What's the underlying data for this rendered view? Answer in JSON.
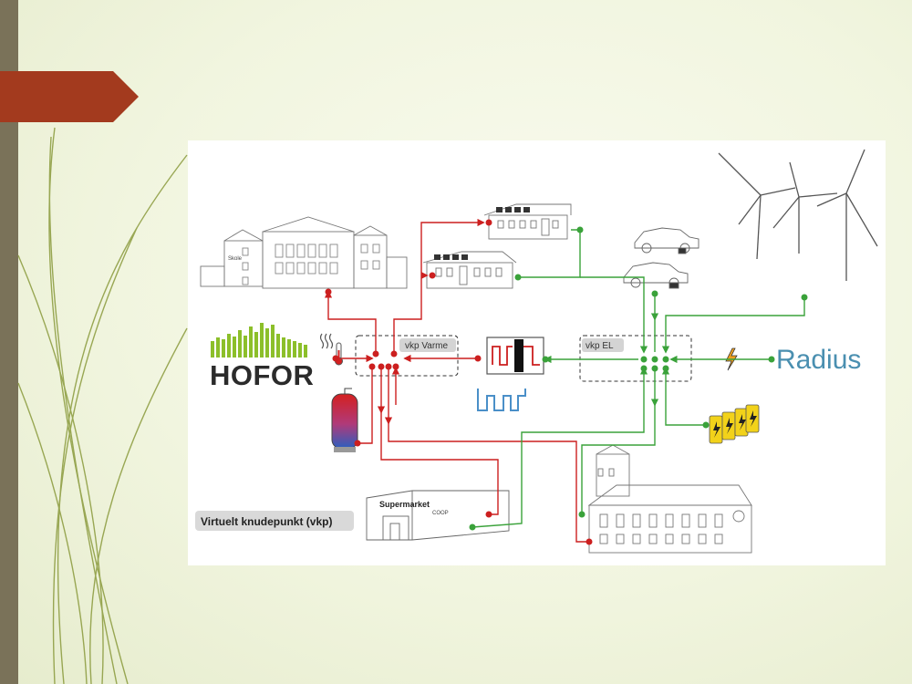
{
  "slide": {
    "colors": {
      "accent": "#a33a1e",
      "side_bar": "#7a7259",
      "deco_lines": "#8a9a3c",
      "background": "#f1f5df"
    }
  },
  "diagram": {
    "hofor_label": "HOFOR",
    "radius_label": "Radius",
    "vkp_varme_label": "vkp Varme",
    "vkp_el_label": "vkp EL",
    "legend_label": "Virtuelt knudepunkt  (vkp)",
    "supermarket_label": "Supermarket",
    "supermarket_sub": "COOP",
    "school_sign": "Skole",
    "colors": {
      "heat": "#cc1f1f",
      "electricity": "#3aa23a",
      "water": "#4a8fc8",
      "hofor_bars": "#8cbf2a",
      "battery": "#f2d21a",
      "lightning": "#f0a01e"
    },
    "icons": [
      "thermometer-icon",
      "lightning-icon",
      "battery-icon",
      "wind-turbine-icon",
      "electric-car-icon",
      "heat-pump-icon",
      "hot-water-tank-icon"
    ]
  }
}
